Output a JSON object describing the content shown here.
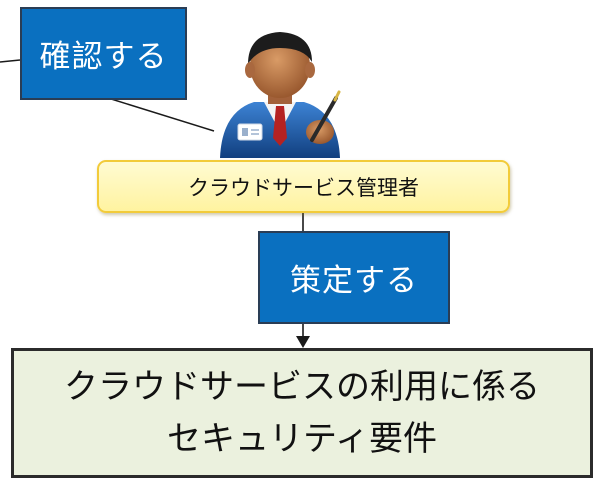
{
  "callouts": {
    "confirm": "確認する",
    "formulate": "策定する"
  },
  "role": {
    "label": "クラウドサービス管理者"
  },
  "result": {
    "line1": "クラウドサービスの利用に係る",
    "line2": "セキュリティ要件"
  },
  "icons": {
    "person": "business-person-icon"
  },
  "colors": {
    "callout_fill": "#0a70c0",
    "label_fill": "#fff3a0",
    "label_border": "#f2cb3a",
    "result_fill": "#ebf1de"
  }
}
